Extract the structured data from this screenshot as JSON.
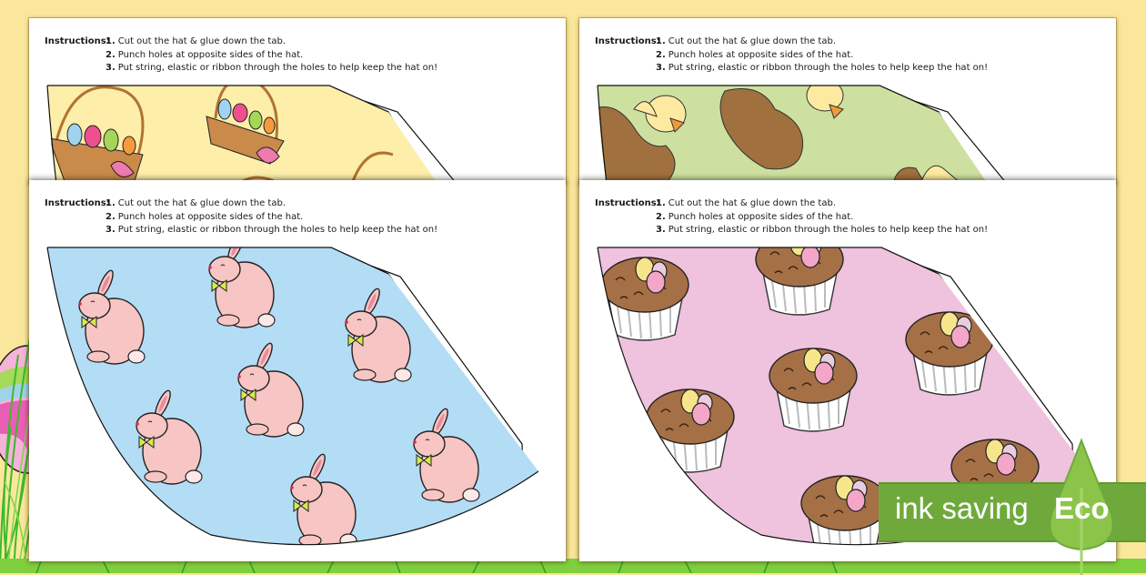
{
  "background": {
    "color": "#fbe79c",
    "decoration": "easter-grass-and-egg"
  },
  "instructions": {
    "label": "Instructions:",
    "steps": [
      {
        "num": "1.",
        "text": "Cut out the hat & glue down the tab."
      },
      {
        "num": "2.",
        "text": "Punch holes at opposite sides of the hat."
      },
      {
        "num": "3.",
        "text": "Put string, elastic or ribbon through the holes to help keep the hat on!"
      }
    ]
  },
  "hats": [
    {
      "position": "back-left",
      "pattern": "easter-baskets",
      "fill": "#fdeeaa"
    },
    {
      "position": "back-right",
      "pattern": "chicks-in-nests",
      "fill": "#cde0a0"
    },
    {
      "position": "front-left",
      "pattern": "pink-bunnies",
      "fill": "#b3ddf5"
    },
    {
      "position": "front-right",
      "pattern": "chocolate-nest-cakes",
      "fill": "#efc2de"
    }
  ],
  "badge": {
    "label": "ink saving",
    "eco": "Eco",
    "color": "#6fa93c",
    "leaf_color": "#8cc44a"
  }
}
